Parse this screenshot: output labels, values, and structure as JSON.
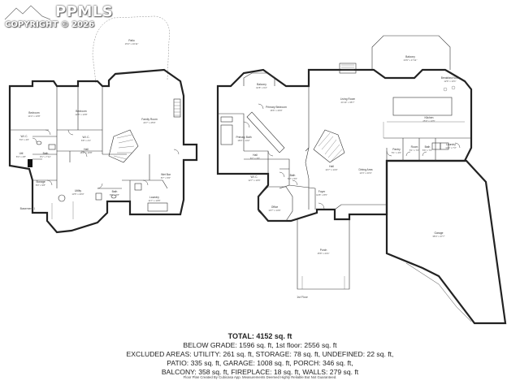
{
  "watermark": {
    "brand": "PPMLS",
    "copyright": "COPYRIGHT © 2026"
  },
  "basement": {
    "level_label": "Basement 1",
    "rooms": [
      {
        "key": "patio",
        "name": "Patio",
        "dims": "15'4\" x 16'11\""
      },
      {
        "key": "bedroom1",
        "name": "Bedroom",
        "dims": "14'4\" x 13'8\""
      },
      {
        "key": "bedroom2",
        "name": "Bedroom",
        "dims": "12'8\" x 13'8\""
      },
      {
        "key": "family",
        "name": "Family Room",
        "dims": "24'7\" x 25'9\""
      },
      {
        "key": "wic1",
        "name": "W.I.C.",
        "dims": "5'0\" x 4'0\""
      },
      {
        "key": "wic2",
        "name": "W.I.C.",
        "dims": "6'8\" x 4'1\""
      },
      {
        "key": "bath1",
        "name": "Bath",
        "dims": "8'1\" x 7'11\""
      },
      {
        "key": "hall",
        "name": "Hall",
        "dims": "18'8\" x 10'8\""
      },
      {
        "key": "util",
        "name": "Util",
        "dims": "8'4\" x 4'8\""
      },
      {
        "key": "storage",
        "name": "Storage",
        "dims": "8'0\" x 9'8\""
      },
      {
        "key": "utility",
        "name": "Utility",
        "dims": "13'5\" x 20'0\""
      },
      {
        "key": "bath2",
        "name": "Bath",
        "dims": "8'8\" x 5'8\""
      },
      {
        "key": "wetbar",
        "name": "Wet Bar",
        "dims": "8'7\" x 5'6\""
      },
      {
        "key": "laundry",
        "name": "Laundry",
        "dims": "11'7\" x 10'8\""
      }
    ]
  },
  "first_floor": {
    "level_label": "1st Floor",
    "rooms": [
      {
        "key": "balcony1",
        "name": "Balcony",
        "dims": "10'8\" x 6'2\""
      },
      {
        "key": "balcony2",
        "name": "Balcony",
        "dims": "23'9\" x 17'11\""
      },
      {
        "key": "primary_bed",
        "name": "Primary Bedroom",
        "dims": "16'6\" x 20'0\""
      },
      {
        "key": "living",
        "name": "Living Room",
        "dims": "21'10\" x 35'7\""
      },
      {
        "key": "breakfast",
        "name": "Breakfast Nook",
        "dims": "12'6\" x 13'1\""
      },
      {
        "key": "kitchen",
        "name": "Kitchen",
        "dims": "25'0\" x 13'5\""
      },
      {
        "key": "primary_bath",
        "name": "Primary Bath",
        "dims": "18'0\" x 14'2\""
      },
      {
        "key": "hall1",
        "name": "Hall",
        "dims": "8'7\" x 3'5\""
      },
      {
        "key": "wic3",
        "name": "W.I.C.",
        "dims": "12'7\" x 10'6\""
      },
      {
        "key": "bath3",
        "name": "Bath",
        "dims": "6'3\" x 5'0\""
      },
      {
        "key": "hall2",
        "name": "Hall",
        "dims": "14'7\" x 14'0\""
      },
      {
        "key": "dining",
        "name": "Dining Area",
        "dims": "12'4\" x 23'4\""
      },
      {
        "key": "pantry",
        "name": "Pantry",
        "dims": "5'1\" x 4'0\""
      },
      {
        "key": "room",
        "name": "Room",
        "dims": "5'1\" x 7'2\""
      },
      {
        "key": "bath4",
        "name": "Bath",
        "dims": "5'6\" x 7'2\""
      },
      {
        "key": "laundry2",
        "name": "Laundry",
        "dims": "11'4\" x 7'2\""
      },
      {
        "key": "foyer",
        "name": "Foyer",
        "dims": "12'8\" x 8'5\""
      },
      {
        "key": "office",
        "name": "Office",
        "dims": "13'7\" x 14'6\""
      },
      {
        "key": "porch",
        "name": "Porch",
        "dims": "15'8\" x 24'1\""
      },
      {
        "key": "garage",
        "name": "Garage",
        "dims": "38'4\" x 47'7\""
      }
    ]
  },
  "totals": {
    "total": "TOTAL: 4152 sq. ft",
    "line1": "BELOW GRADE: 1596 sq. ft, 1st floor: 2556 sq. ft",
    "line2": "EXCLUDED AREAS: UTILITY: 261 sq. ft, STORAGE: 78 sq. ft, UNDEFINED: 22 sq. ft,",
    "line3": "PATIO: 335 sq. ft, GARAGE: 1008 sq. ft, PORCH: 346 sq. ft,",
    "line4": "BALCONY: 358 sq. ft, FIREPLACE: 18 sq. ft, WALLS: 279 sq. ft"
  },
  "credit": "Floor Plan Created By Cubicasa App. Measurements Deemed Highly Reliable But Not Guaranteed."
}
